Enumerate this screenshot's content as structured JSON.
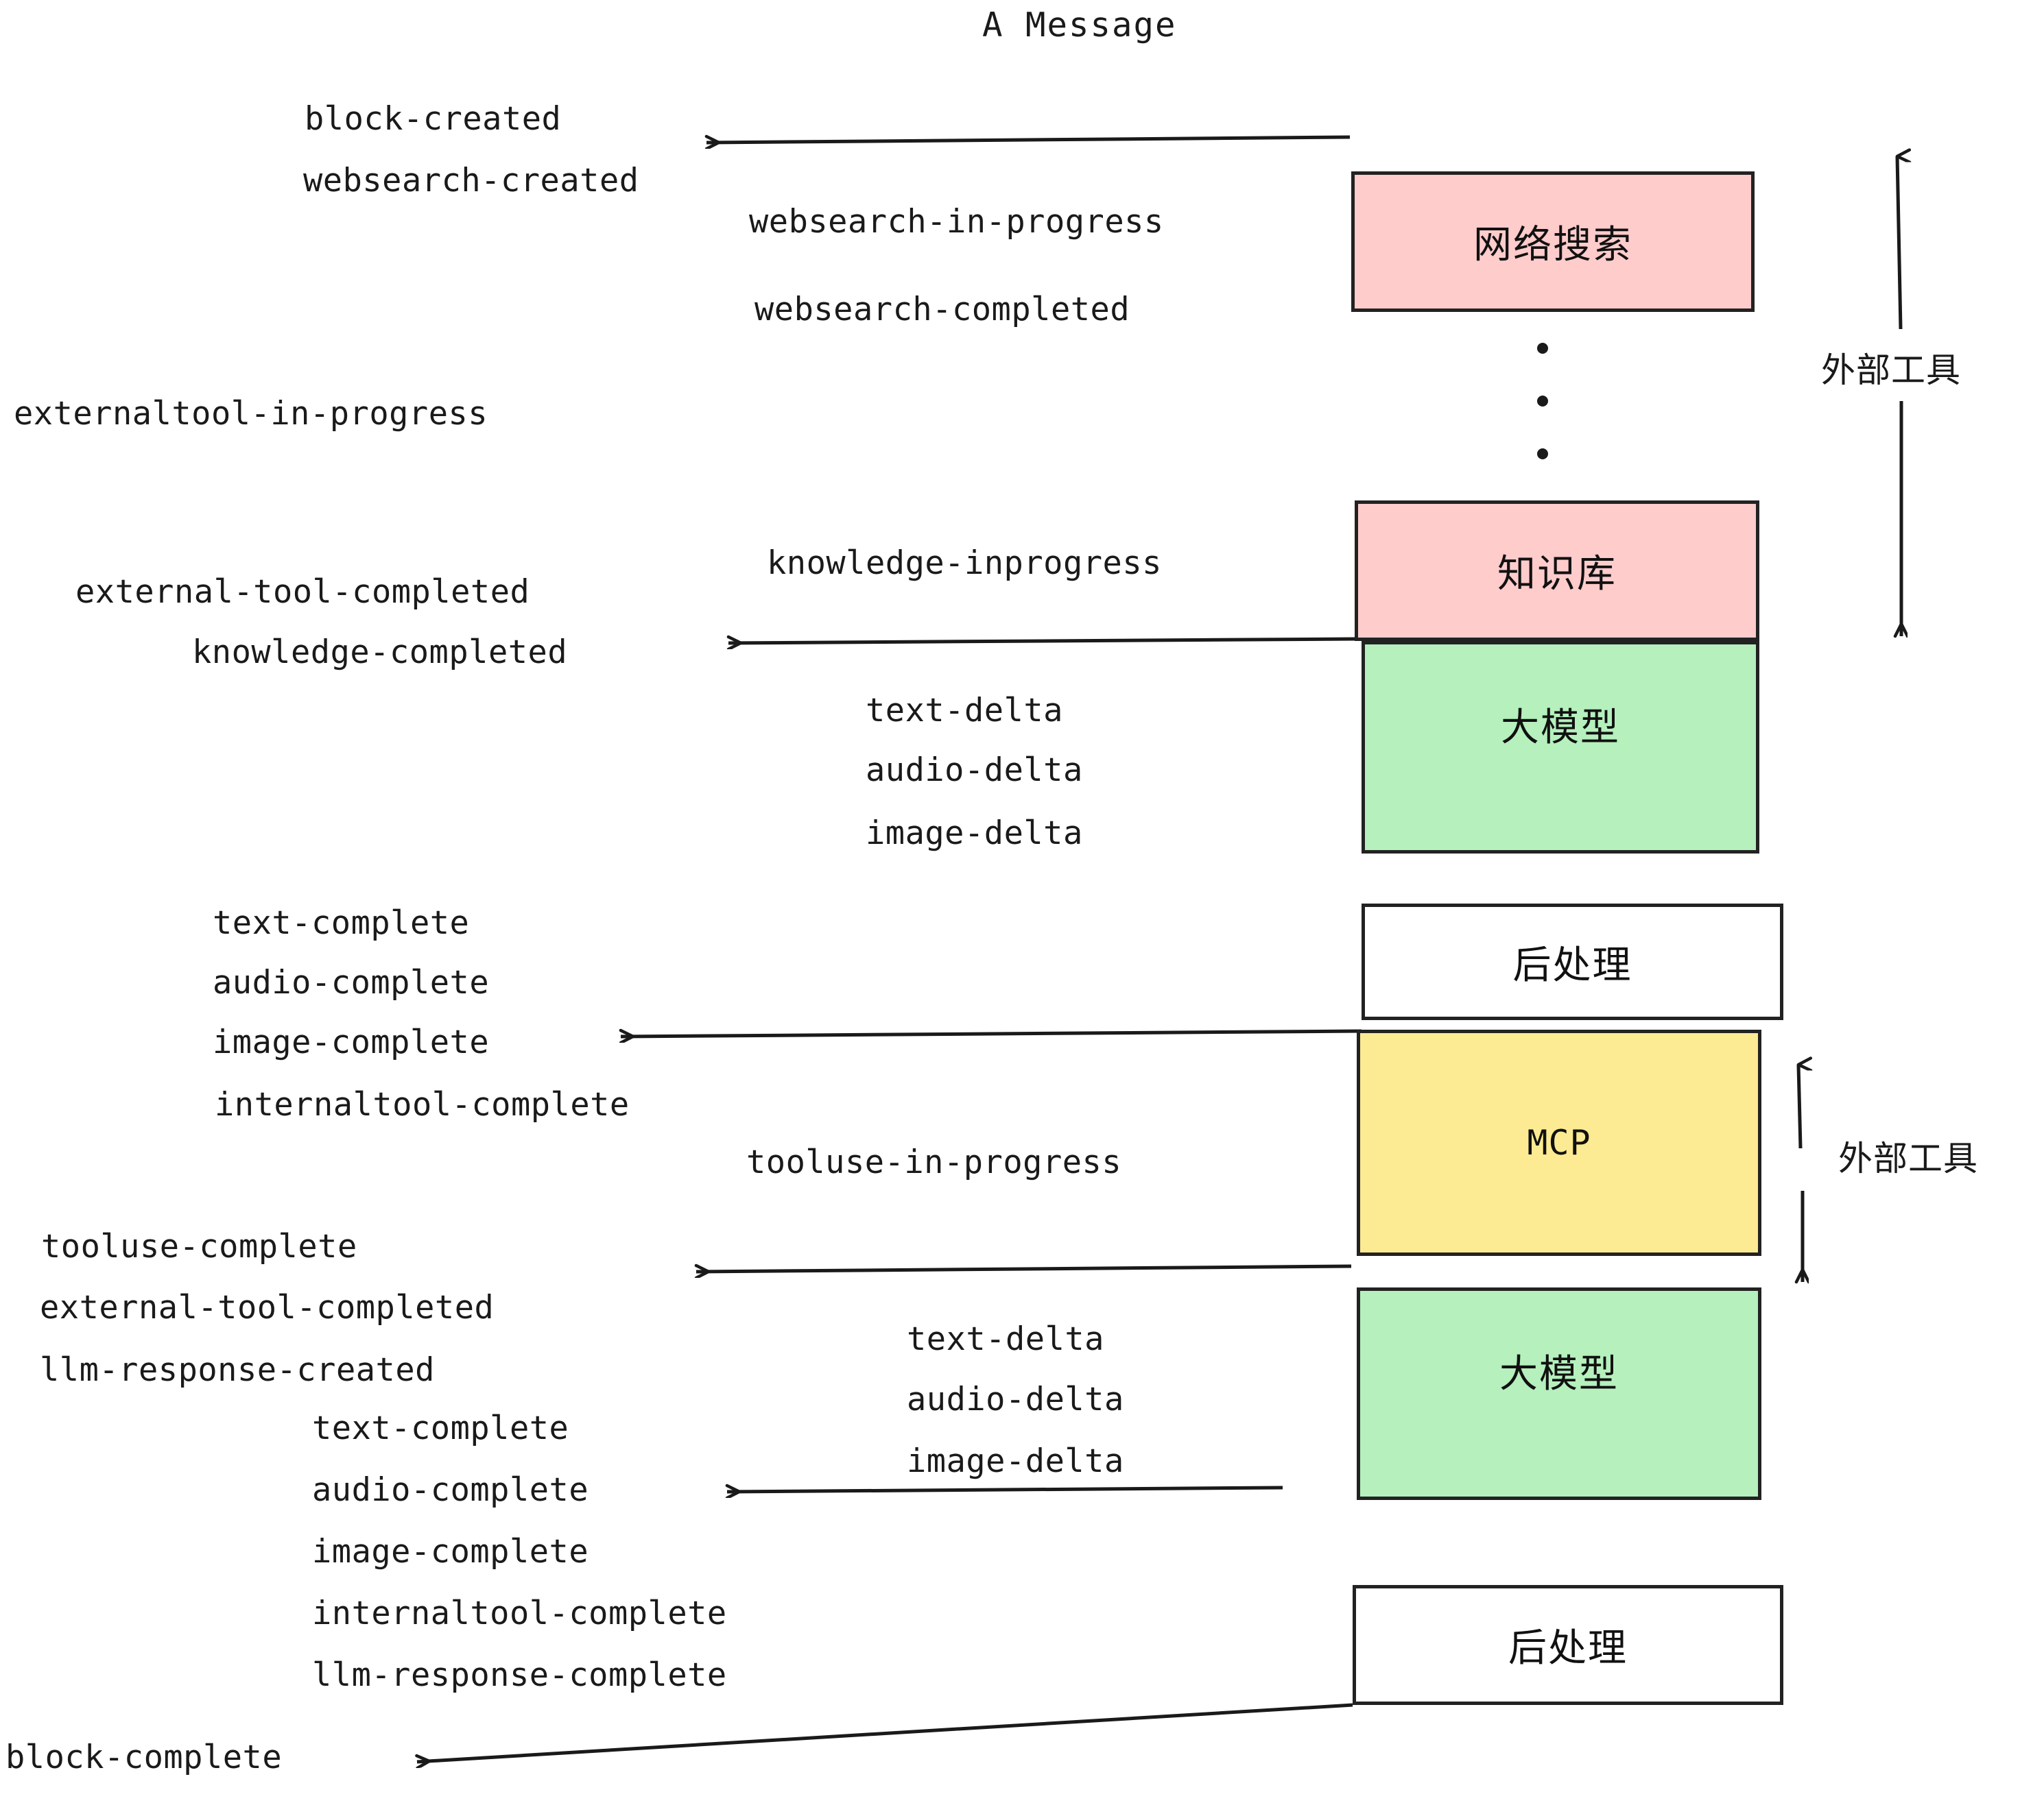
{
  "title": "A Message",
  "colors": {
    "pink": "#FFCCCC",
    "green": "#B5F0BD",
    "yellow": "#FCEB92",
    "white": "#FFFFFF",
    "stroke": "#222222",
    "text": "#1a1a1a"
  },
  "nodes": [
    {
      "id": "websearch",
      "label": "网络搜索",
      "color": "pink"
    },
    {
      "id": "knowledgebase",
      "label": "知识库",
      "color": "pink"
    },
    {
      "id": "llm1",
      "label": "大模型",
      "color": "green"
    },
    {
      "id": "postprocess1",
      "label": "后处理",
      "color": "white"
    },
    {
      "id": "mcp",
      "label": "MCP",
      "color": "yellow"
    },
    {
      "id": "llm2",
      "label": "大模型",
      "color": "green"
    },
    {
      "id": "postprocess2",
      "label": "后处理",
      "color": "white"
    }
  ],
  "side_labels": [
    {
      "id": "external-tool-top",
      "label": "外部工具"
    },
    {
      "id": "external-tool-bottom",
      "label": "外部工具"
    }
  ],
  "events": [
    {
      "id": "e01",
      "text": "block-created"
    },
    {
      "id": "e02",
      "text": "websearch-created"
    },
    {
      "id": "e03",
      "text": "websearch-in-progress"
    },
    {
      "id": "e04",
      "text": "websearch-completed"
    },
    {
      "id": "e05",
      "text": "externaltool-in-progress"
    },
    {
      "id": "e06",
      "text": "knowledge-inprogress"
    },
    {
      "id": "e07",
      "text": "external-tool-completed"
    },
    {
      "id": "e08",
      "text": "knowledge-completed"
    },
    {
      "id": "e09",
      "text": "text-delta"
    },
    {
      "id": "e10",
      "text": "audio-delta"
    },
    {
      "id": "e11",
      "text": "image-delta"
    },
    {
      "id": "e12",
      "text": "text-complete"
    },
    {
      "id": "e13",
      "text": "audio-complete"
    },
    {
      "id": "e14",
      "text": "image-complete"
    },
    {
      "id": "e15",
      "text": "internaltool-complete"
    },
    {
      "id": "e16",
      "text": "tooluse-in-progress"
    },
    {
      "id": "e17",
      "text": "tooluse-complete"
    },
    {
      "id": "e18",
      "text": "external-tool-completed"
    },
    {
      "id": "e19",
      "text": "llm-response-created"
    },
    {
      "id": "e20",
      "text": "text-delta"
    },
    {
      "id": "e21",
      "text": "audio-delta"
    },
    {
      "id": "e22",
      "text": "image-delta"
    },
    {
      "id": "e23",
      "text": "text-complete"
    },
    {
      "id": "e24",
      "text": "audio-complete"
    },
    {
      "id": "e25",
      "text": "image-complete"
    },
    {
      "id": "e26",
      "text": "internaltool-complete"
    },
    {
      "id": "e27",
      "text": "llm-response-complete"
    },
    {
      "id": "e28",
      "text": "block-complete"
    }
  ]
}
